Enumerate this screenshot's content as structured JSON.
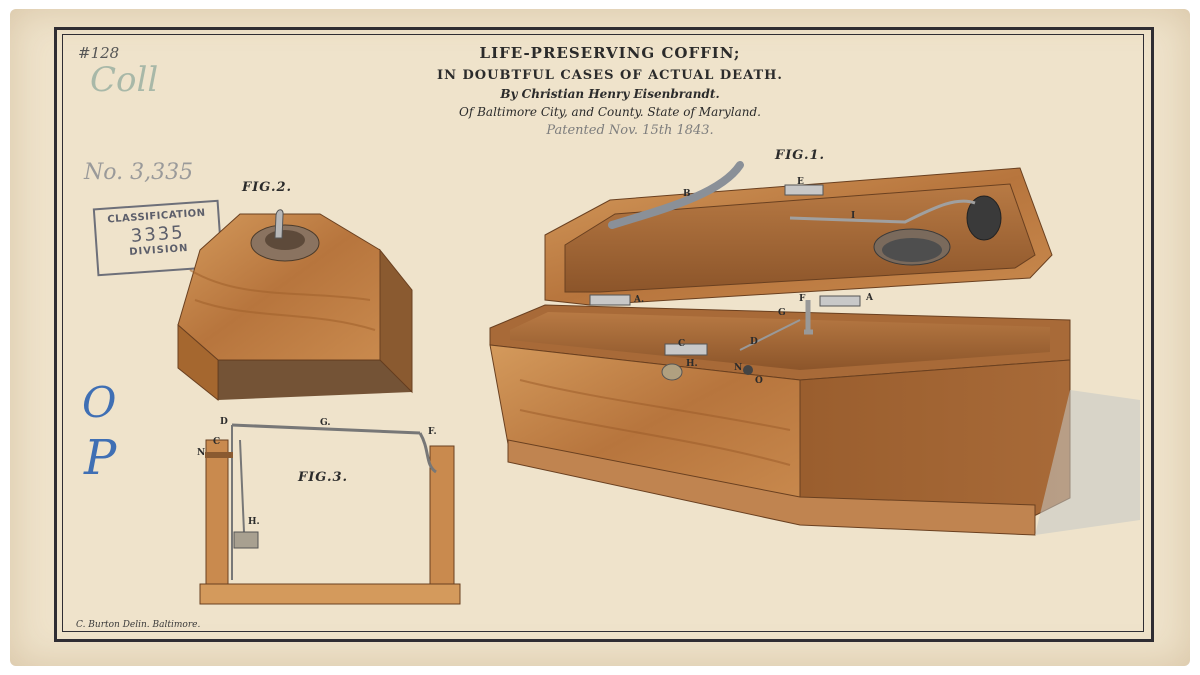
{
  "document": {
    "title_line1": "LIFE-PRESERVING COFFIN;",
    "title_line2": "IN DOUBTFUL CASES OF ACTUAL DEATH.",
    "inventor_line": "By Christian Henry Eisenbrandt.",
    "location_line": "Of Baltimore City, and County. State of Maryland.",
    "patent_date": "Patented Nov. 15th 1843.",
    "credit": "C. Burton Delin. Baltimore.",
    "fig1_label": "FIG.1.",
    "fig2_label": "FIG.2.",
    "fig3_label": "FIG.3.",
    "stamp": {
      "line1": "CLASSIFICATION",
      "number": "3335",
      "line3": "DIVISION"
    },
    "handwritten": {
      "top_left": "#128",
      "number": "No. 3,335",
      "coll": "Coll",
      "op_o": "O",
      "op_p": "P"
    },
    "fig1_letters": [
      "B",
      "E",
      "I",
      "A.",
      "A",
      "F",
      "G",
      "C",
      "H.",
      "D",
      "N",
      "O"
    ],
    "fig3_letters": [
      "D",
      "C",
      "N",
      "G.",
      "F.",
      "H."
    ]
  },
  "colors": {
    "paper": "#efe3cb",
    "wood_light": "#c98a4e",
    "wood_dark": "#9a5e2e",
    "ink": "#2f2d33",
    "blue_pencil": "#3f6fb4"
  }
}
